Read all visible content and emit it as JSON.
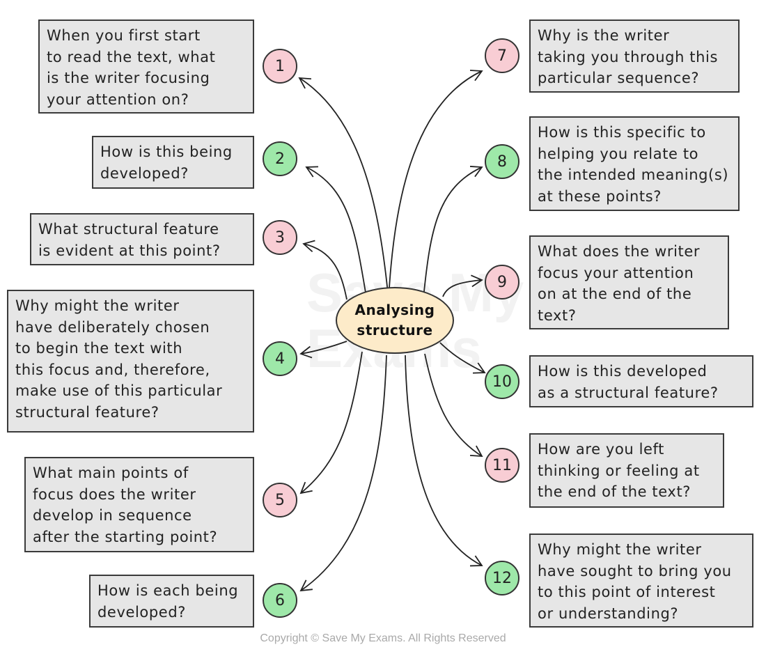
{
  "center": {
    "line1": "Analysing",
    "line2": "structure"
  },
  "watermark": {
    "line1": "Save My",
    "line2": "Exams"
  },
  "copyright": "Copyright © Save My Exams. All Rights Reserved",
  "colors": {
    "pink": "#f8cdd4",
    "green": "#9ee8a9",
    "box": "#e6e6e6",
    "center": "#fdebc9"
  },
  "nodes": [
    {
      "number": "1",
      "color": "pink",
      "lines": [
        "When you first start",
        "to read the text, what",
        "is the writer focusing",
        "your attention on?"
      ]
    },
    {
      "number": "2",
      "color": "green",
      "lines": [
        "How is this being",
        "developed?"
      ]
    },
    {
      "number": "3",
      "color": "pink",
      "lines": [
        "What structural feature",
        "is evident at this point?"
      ]
    },
    {
      "number": "4",
      "color": "green",
      "lines": [
        "Why might the writer",
        "have deliberately chosen",
        "to begin the text with",
        "this focus and, therefore,",
        "make use of this particular",
        "structural feature?"
      ]
    },
    {
      "number": "5",
      "color": "pink",
      "lines": [
        "What main points of",
        "focus does the writer",
        "develop in sequence",
        "after the starting point?"
      ]
    },
    {
      "number": "6",
      "color": "green",
      "lines": [
        "How is each being",
        "developed?"
      ]
    },
    {
      "number": "7",
      "color": "pink",
      "lines": [
        "Why is the writer",
        "taking you through this",
        "particular sequence?"
      ]
    },
    {
      "number": "8",
      "color": "green",
      "lines": [
        "How is this specific to",
        "helping you relate to",
        "the intended meaning(s)",
        "at these points?"
      ]
    },
    {
      "number": "9",
      "color": "pink",
      "lines": [
        "What does the writer",
        "focus your attention",
        "on at the end of the",
        "text?"
      ]
    },
    {
      "number": "10",
      "color": "green",
      "lines": [
        "How is this developed",
        "as a structural feature?"
      ]
    },
    {
      "number": "11",
      "color": "pink",
      "lines": [
        "How are you left",
        "thinking or feeling at",
        "the end of the text?"
      ]
    },
    {
      "number": "12",
      "color": "green",
      "lines": [
        "Why might the writer",
        "have sought to bring you",
        "to this point of interest",
        "or understanding?"
      ]
    }
  ]
}
